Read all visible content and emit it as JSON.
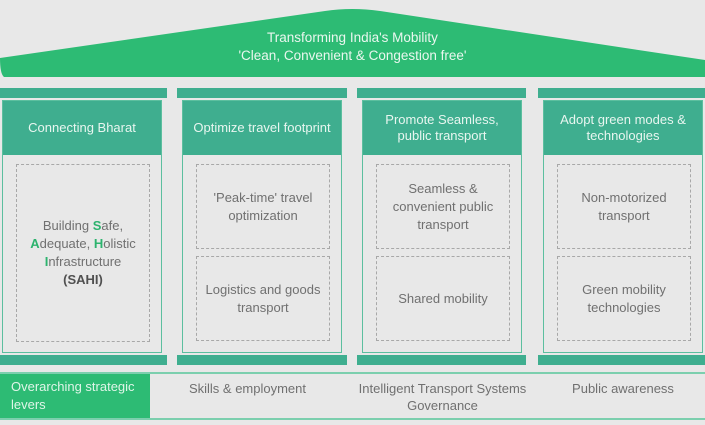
{
  "roof": {
    "title": "Transforming India's Mobility",
    "subtitle": "'Clean, Convenient & Congestion free'",
    "color": "#2dbb74"
  },
  "pillars": [
    {
      "heading": "Connecting Bharat",
      "sahi": {
        "line1_pre": "Building ",
        "line1_hl": "S",
        "line1_post": "afe,",
        "line2_hl1": "A",
        "line2_mid": "dequate, ",
        "line2_hl2": "H",
        "line2_post": "olistic",
        "line3_hl": "I",
        "line3_post": "nfrastructure",
        "acronym": "(SAHI)"
      }
    },
    {
      "heading": "Optimize travel footprint",
      "items": [
        "'Peak-time' travel optimization",
        "Logistics and goods transport"
      ]
    },
    {
      "heading": "Promote Seamless, public transport",
      "items": [
        "Seamless & convenient public transport",
        "Shared mobility"
      ]
    },
    {
      "heading": "Adopt green modes & technologies",
      "items": [
        "Non-motorized transport",
        "Green mobility technologies"
      ]
    }
  ],
  "levers": {
    "label": "Overarching strategic levers",
    "items": [
      "Skills & employment",
      "Intelligent Transport Systems",
      "Governance",
      "Public awareness"
    ]
  },
  "colors": {
    "pillar": "#3fae8f",
    "accent": "#2dbb74",
    "background": "#e8e8e8"
  }
}
